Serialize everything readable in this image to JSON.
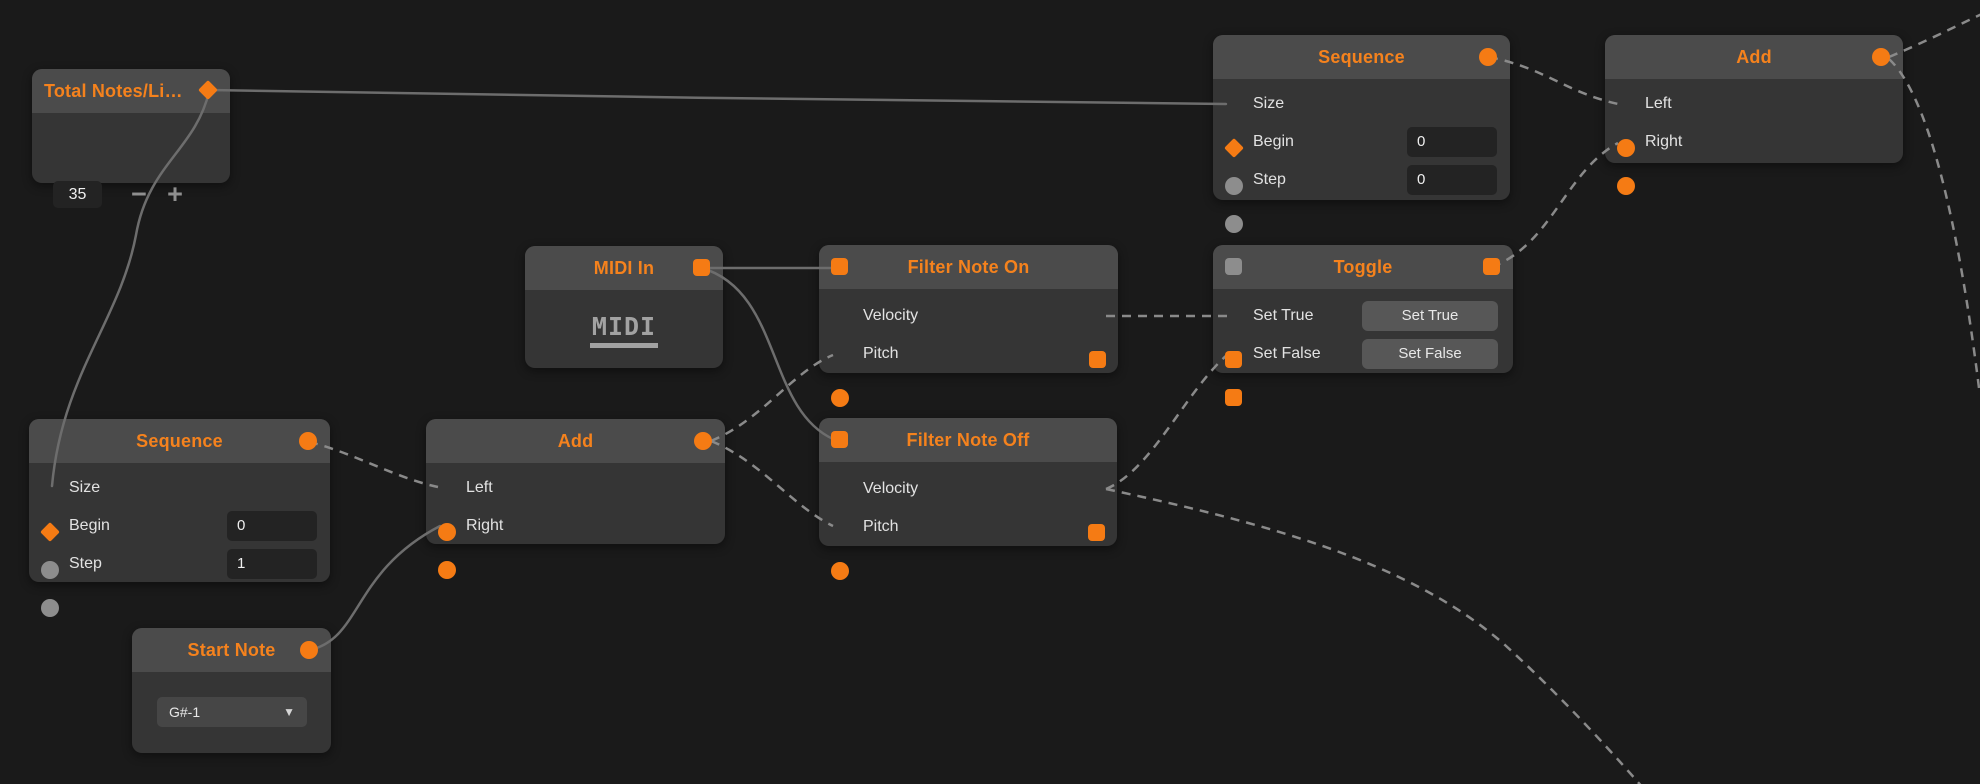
{
  "app": {
    "type": "node-graph-editor",
    "background": "#1a1a1a"
  },
  "colors": {
    "accent_orange": "#f5821d",
    "port_orange": "#f57b14",
    "port_gray": "#8d8d8d",
    "node_header": "#4b4b4b",
    "node_body": "#353535",
    "field_bg": "#232323",
    "button_bg": "#575757",
    "wire_solid": "#6d6d6d",
    "wire_dashed": "#8a8a8a"
  },
  "nodes": {
    "total_notes": {
      "title": "Total Notes/Li…",
      "value": "35",
      "decrement": "−",
      "increment": "+"
    },
    "sequence_top": {
      "title": "Sequence",
      "size_label": "Size",
      "begin_label": "Begin",
      "step_label": "Step",
      "begin_value": "0",
      "step_value": "0"
    },
    "sequence_left": {
      "title": "Sequence",
      "size_label": "Size",
      "begin_label": "Begin",
      "step_label": "Step",
      "begin_value": "0",
      "step_value": "1"
    },
    "add_top": {
      "title": "Add",
      "left_label": "Left",
      "right_label": "Right"
    },
    "add_mid": {
      "title": "Add",
      "left_label": "Left",
      "right_label": "Right"
    },
    "midi_in": {
      "title": "MIDI In",
      "logo": "MIDI"
    },
    "filter_note_on": {
      "title": "Filter Note On",
      "velocity_label": "Velocity",
      "pitch_label": "Pitch"
    },
    "filter_note_off": {
      "title": "Filter Note Off",
      "velocity_label": "Velocity",
      "pitch_label": "Pitch"
    },
    "toggle": {
      "title": "Toggle",
      "set_true_label": "Set True",
      "set_false_label": "Set False",
      "set_true_button": "Set True",
      "set_false_button": "Set False"
    },
    "start_note": {
      "title": "Start Note",
      "selected_note": "G#-1"
    }
  },
  "edges": [
    {
      "from": "total_notes.output",
      "to": "sequence_top.size",
      "style": "solid"
    },
    {
      "from": "total_notes.output",
      "to": "sequence_left.size",
      "style": "solid"
    },
    {
      "from": "midi_in.output",
      "to": "filter_note_on.input",
      "style": "solid"
    },
    {
      "from": "midi_in.output",
      "to": "filter_note_off.input",
      "style": "solid"
    },
    {
      "from": "start_note.output",
      "to": "add_mid.right",
      "style": "solid"
    },
    {
      "from": "sequence_top.output",
      "to": "add_top.left",
      "style": "dashed"
    },
    {
      "from": "toggle.output",
      "to": "add_top.right",
      "style": "dashed"
    },
    {
      "from": "filter_note_on.velocity",
      "to": "toggle.set_true",
      "style": "dashed"
    },
    {
      "from": "filter_note_off.velocity",
      "to": "toggle.set_false",
      "style": "dashed"
    },
    {
      "from": "filter_note_off.velocity",
      "to": "offscreen_bottom_right",
      "style": "dashed"
    },
    {
      "from": "add_mid.output",
      "to": "filter_note_on.pitch",
      "style": "dashed"
    },
    {
      "from": "add_mid.output",
      "to": "filter_note_off.pitch",
      "style": "dashed"
    },
    {
      "from": "sequence_left.output",
      "to": "add_mid.left",
      "style": "dashed"
    },
    {
      "from": "add_top.output",
      "to": "offscreen_top_right",
      "style": "dashed"
    },
    {
      "from": "add_top.output",
      "to": "offscreen_right",
      "style": "dashed"
    }
  ]
}
